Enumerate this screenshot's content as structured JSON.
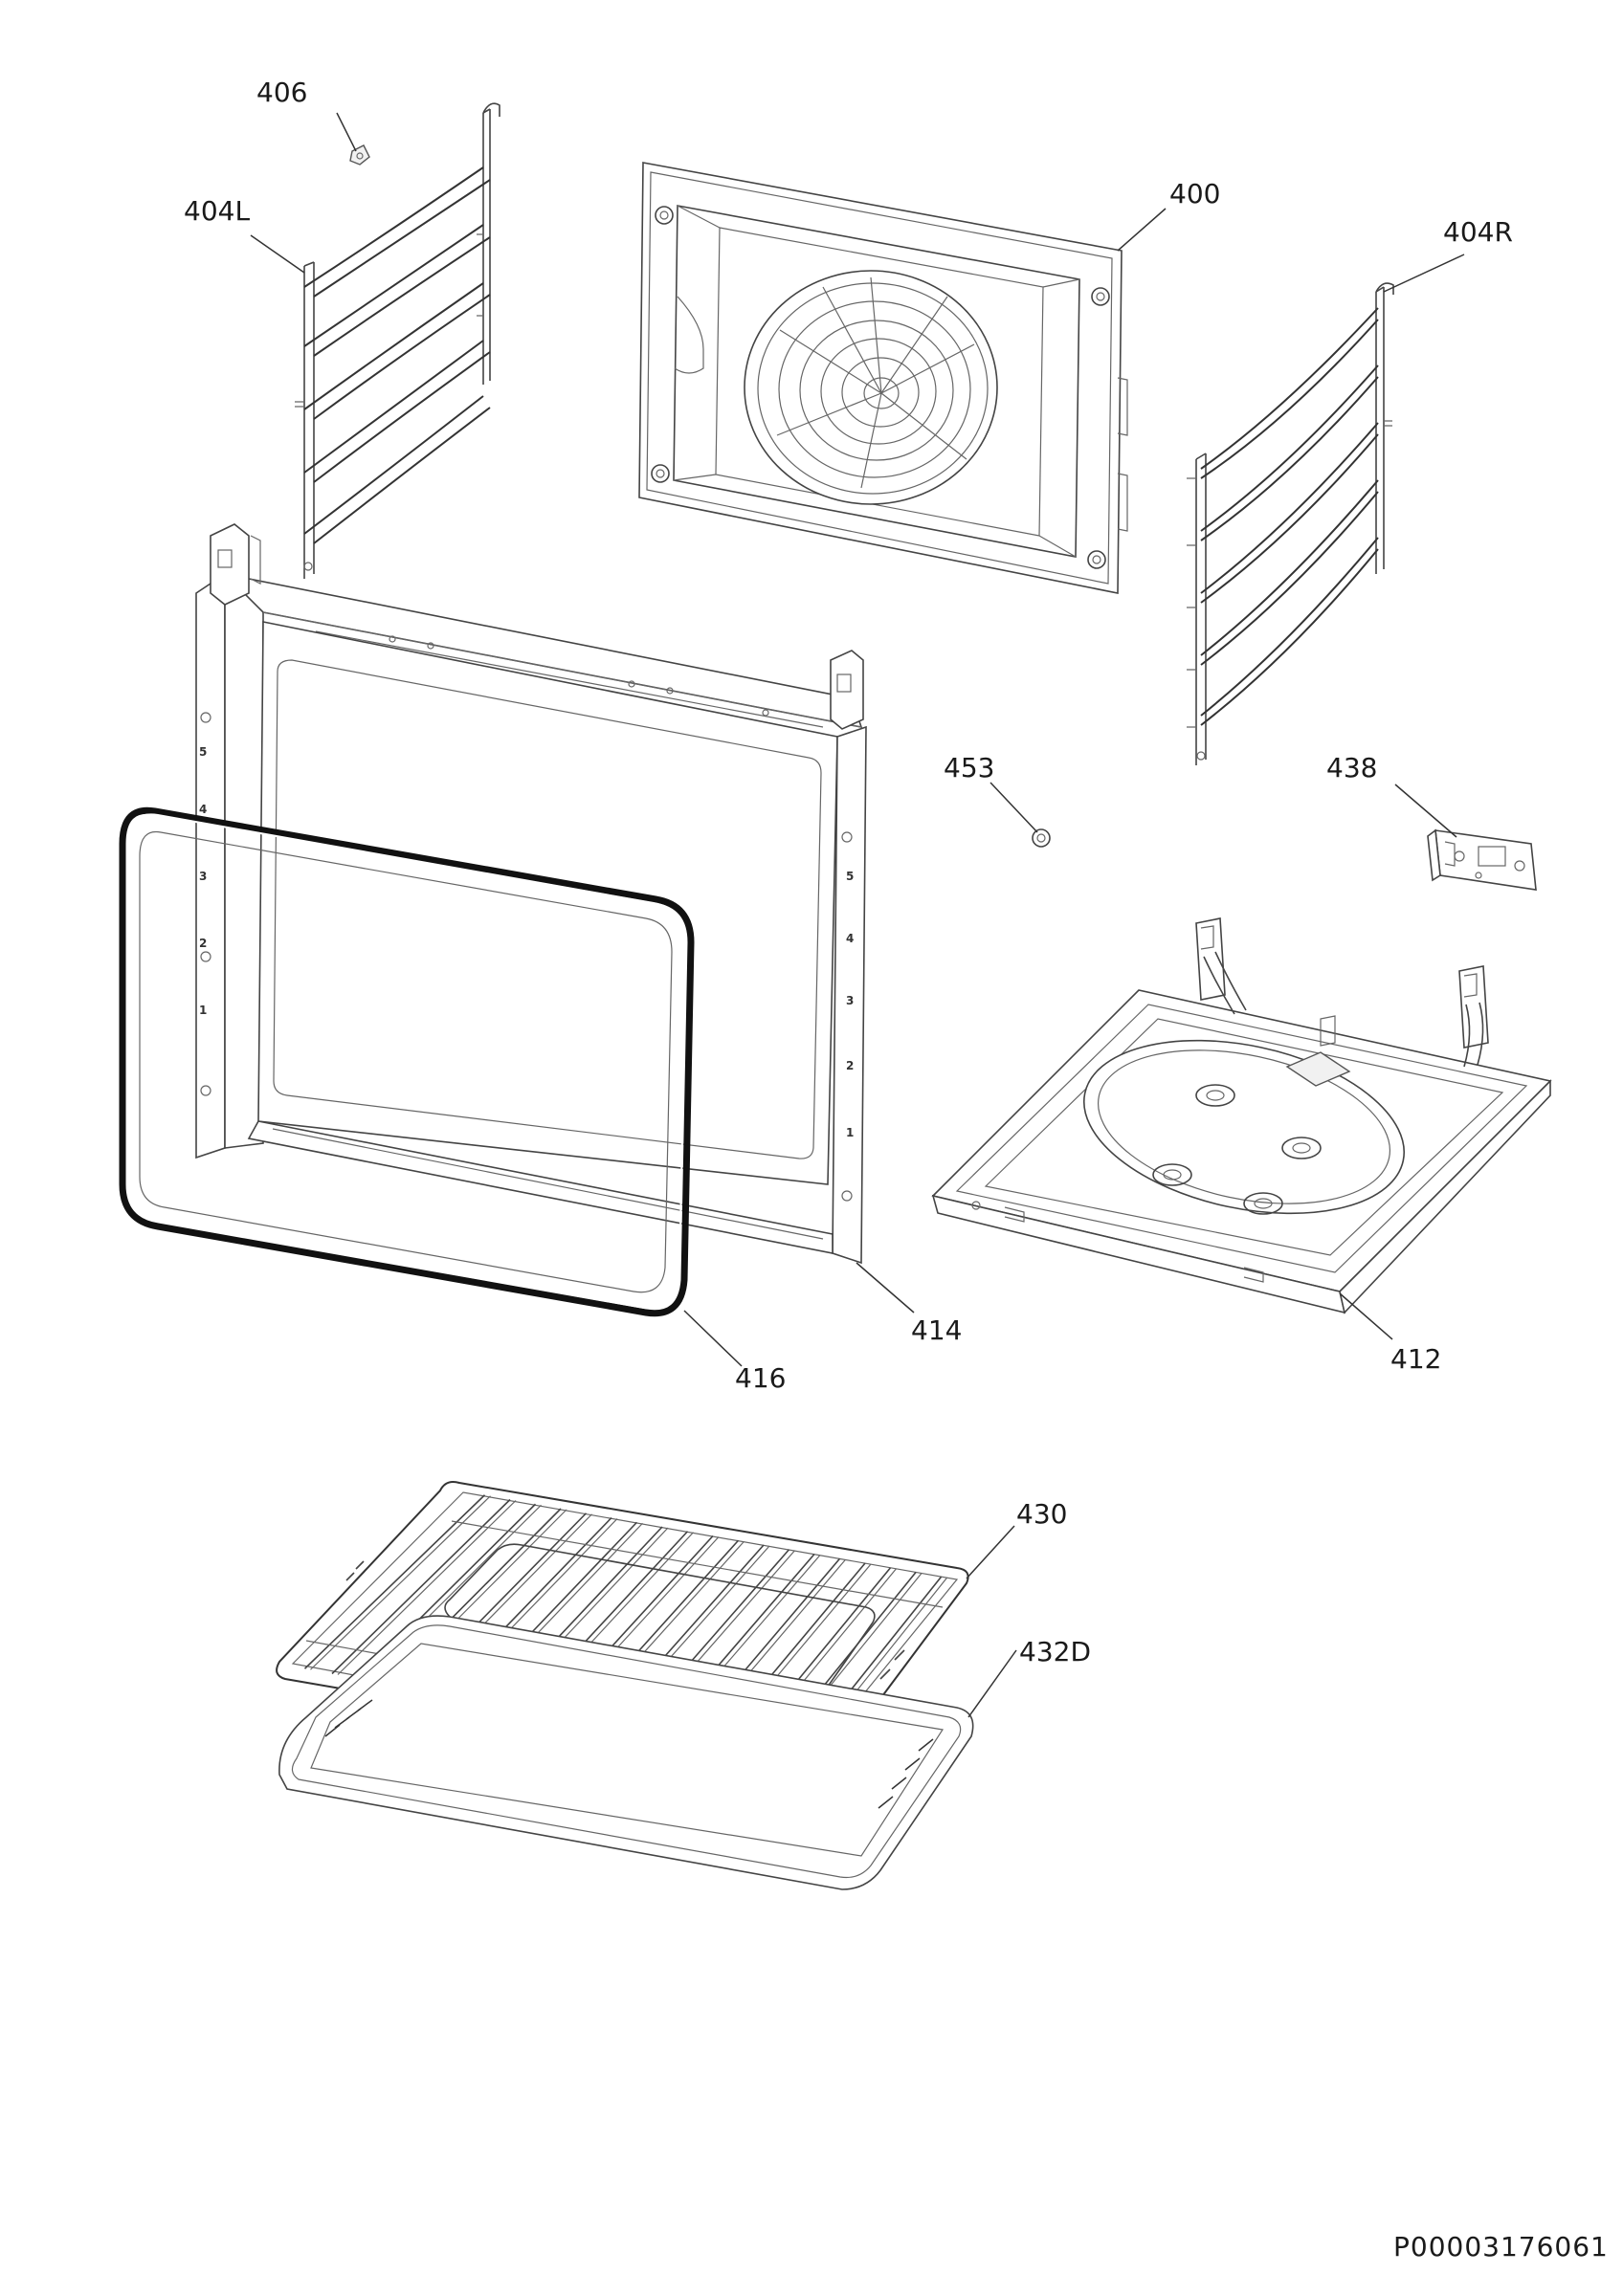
{
  "diagram": {
    "document_code": "P00003176061",
    "parts": [
      {
        "id": "400",
        "label": "400"
      },
      {
        "id": "404L",
        "label": "404L"
      },
      {
        "id": "404R",
        "label": "404R"
      },
      {
        "id": "406",
        "label": "406"
      },
      {
        "id": "412",
        "label": "412"
      },
      {
        "id": "414",
        "label": "414"
      },
      {
        "id": "416",
        "label": "416"
      },
      {
        "id": "430",
        "label": "430"
      },
      {
        "id": "432D",
        "label": "432D"
      },
      {
        "id": "438",
        "label": "438"
      },
      {
        "id": "453",
        "label": "453"
      }
    ],
    "rack_markings_left": [
      "5",
      "4",
      "3",
      "2",
      "1"
    ],
    "rack_markings_right": [
      "5",
      "4",
      "3",
      "2",
      "1"
    ]
  }
}
